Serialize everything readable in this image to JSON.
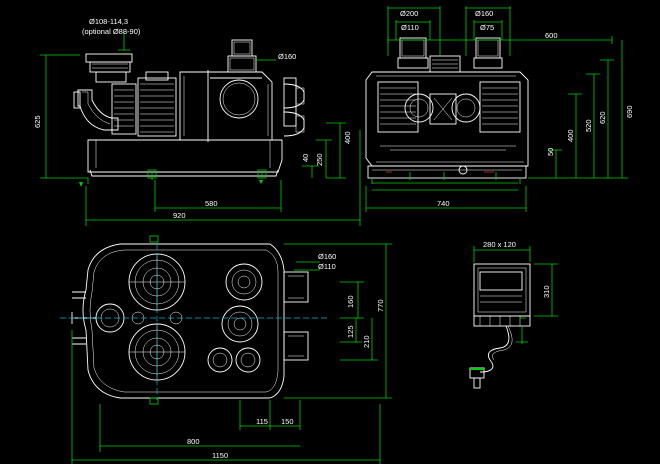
{
  "colors": {
    "background": "#000000",
    "outline": "#ffffff",
    "dimension": "#00d000",
    "centerline": "#00bcd4",
    "accent": "#e03030"
  },
  "side_view": {
    "inlet_diameter": "Ø108-114,3",
    "inlet_optional": "(optional Ø88-90)",
    "outlet_diameter": "Ø160",
    "height_625": "625",
    "height_400": "400",
    "height_250": "250",
    "height_40": "40",
    "width_580": "580",
    "width_920": "920"
  },
  "front_view": {
    "dia_200": "Ø200",
    "dia_160": "Ø160",
    "dia_110": "Ø110",
    "dia_75": "Ø75",
    "width_600": "600",
    "width_740": "740",
    "height_50": "50",
    "height_400": "400",
    "height_520": "520",
    "height_620": "620",
    "height_690": "690"
  },
  "plan_view": {
    "dia_160": "Ø160",
    "dia_110": "Ø110",
    "dim_160": "160",
    "dim_125": "125",
    "dim_210": "210",
    "dim_770": "770",
    "dim_115": "115",
    "dim_150": "150",
    "dim_800": "800",
    "dim_1150": "1150"
  },
  "control_box": {
    "size": "280 x 120",
    "height": "310"
  }
}
